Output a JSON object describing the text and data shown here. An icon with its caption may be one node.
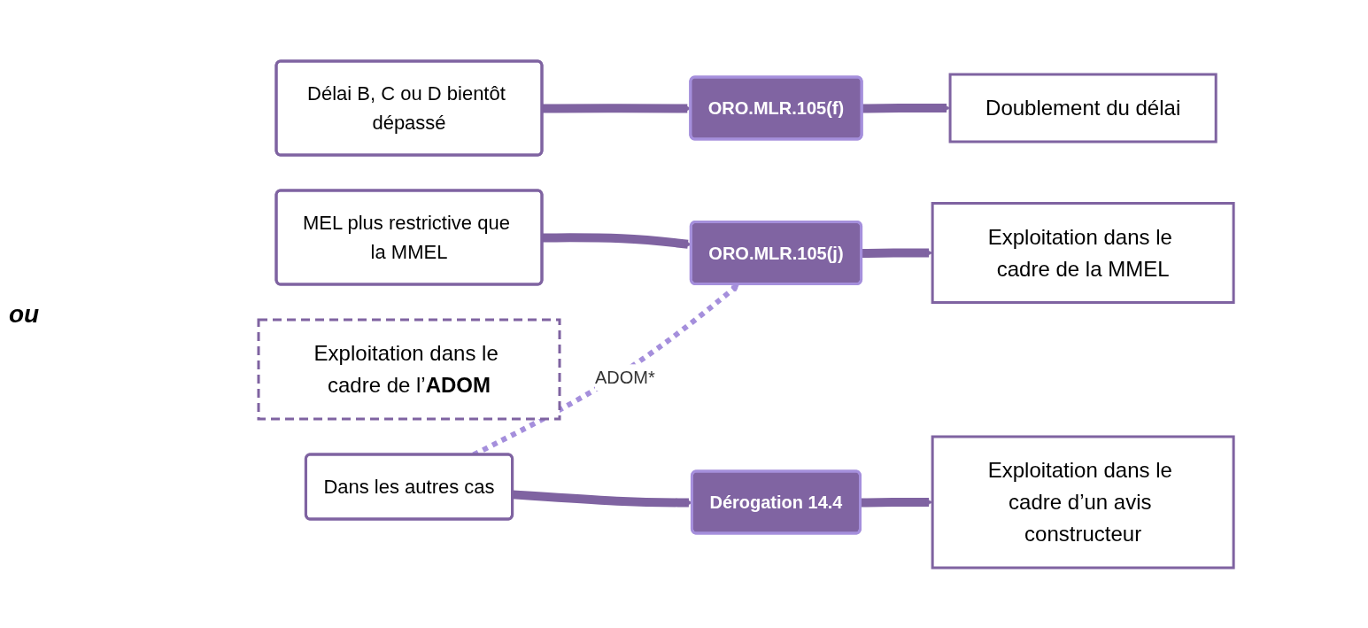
{
  "diagram": {
    "nodes": [
      {
        "text": [
          "Délai B, C ou D bientôt dépassé"
        ]
      },
      {
        "text": [
          "ORO.MLR.105(f)"
        ]
      },
      {
        "text": [
          "Doublement du délai"
        ]
      },
      {
        "text": [
          "MEL plus restrictive que la MMEL"
        ]
      },
      {
        "text": [
          "ORO.MLR.105(j)"
        ]
      },
      {
        "text": [
          "Exploitation dans le cadre de la MMEL"
        ]
      },
      {
        "text": [
          "Exploitation dans le cadre de l’**ADOM**"
        ]
      },
      {
        "text": [
          "Dans les autres cas"
        ]
      },
      {
        "text": [
          "Dérogation 14.4"
        ]
      },
      {
        "text": [
          "Exploitation dans le cadre d’un avis constructeur"
        ]
      }
    ],
    "edges": [
      {
        "from": 0,
        "to": 1,
        "arrow": "to"
      },
      {
        "from": 1,
        "to": 2,
        "arrow": "to"
      },
      {
        "from": 3,
        "to": 4,
        "arrow": "to"
      },
      {
        "from": 4,
        "to": 5,
        "arrow": "to"
      },
      {
        "from": 7,
        "to": 4,
        "arrow": "to",
        "label": "ADOM*",
        "style": "dashed",
        "color": "#a58fdc"
      },
      {
        "from": 7,
        "to": 8,
        "arrow": "to"
      },
      {
        "from": 8,
        "to": 9,
        "arrow": "to"
      }
    ],
    "labels": [
      "ou"
    ]
  }
}
